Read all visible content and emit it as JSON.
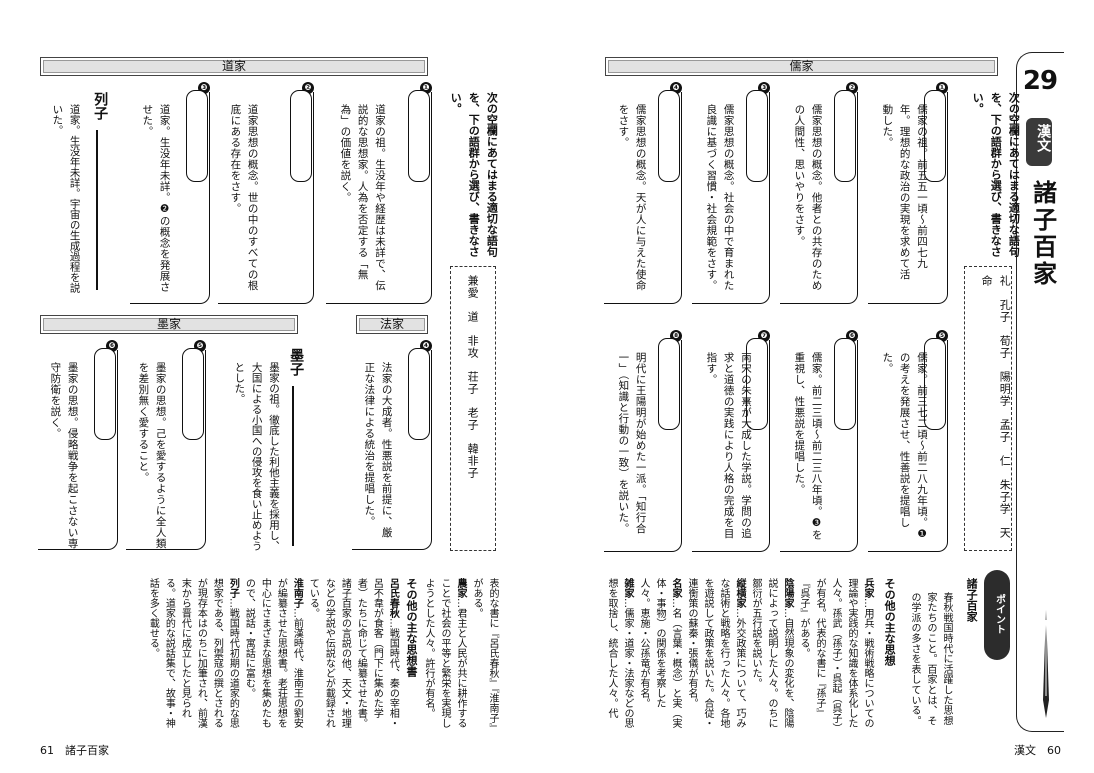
{
  "right_page": {
    "chapter_num": "29",
    "subject_badge": "漢文",
    "title": "諸子百家",
    "instruction": "次の空欄にあてはまる適切な語句を、下の語群から選び、書きなさい。",
    "section": "儒家",
    "questions": [
      {
        "n": "❶",
        "text": "儒家の祖。前五五一頃～前四七九年。理想的な政治の実現を求めて活動した。"
      },
      {
        "n": "❷",
        "text": "儒家思想の概念。他者との共存のための人間性、思いやりをさす。"
      },
      {
        "n": "❸",
        "text": "儒家思想の概念。社会の中で育まれた良識に基づく習慣・社会規範をさす。"
      },
      {
        "n": "❹",
        "text": "儒家思想の概念。天が人に与えた使命をさす。"
      },
      {
        "n": "❺",
        "text": "儒家。前三七二頃～前二八九年頃。❶の考えを発展させ、性善説を提唱した。"
      },
      {
        "n": "❻",
        "text": "儒家。前二三頃～前二三八年頃。❸を重視し、性悪説を提唱した。"
      },
      {
        "n": "❼",
        "text": "南宋の朱熹が大成した学説。学問の追求と道徳の実践により人格の完成を目指す。"
      },
      {
        "n": "❽",
        "text": "明代に王陽明が始めた一派。「知行合一」（知識と行動の一致）を説いた。"
      }
    ],
    "word_bank": [
      "礼　孔子　荀子　陽明学　孟子　仁　朱子学　天命"
    ],
    "point_label": "ポイント",
    "point_title": "諸子百家",
    "point_body": "春秋戦国時代に活躍した思想家たちのこと。百家とは、その学派の多さを表している。",
    "other_title": "その他の主な思想",
    "others": [
      {
        "head": "兵家",
        "body": "…用兵・戦術戦略についての理論や実践的な知識を体系化した人々。孫武（孫子）・呉起（呉子）が有名。代表的な書に『孫子』『呉子』がある。"
      },
      {
        "head": "陰陽家",
        "body": "…自然現象の変化を、陰陽説によって説明した人々。のちに鄒衍が五行説を説いた。"
      },
      {
        "head": "縦横家",
        "body": "…外交政策について、巧みな話術と戦略を行った人々。各地を遊説して政策を説いた。合従・連衡策の蘇秦・張儀が有名。"
      },
      {
        "head": "名家",
        "body": "…名（言葉・概念）と実（実体・事物）の関係を考察した人々。恵施・公孫竜が有名。"
      },
      {
        "head": "雑家",
        "body": "…儒家・道家・法家などの思想を取捨し、統合した人々。代"
      }
    ],
    "footer": "漢文　60"
  },
  "left_page": {
    "instruction": "次の空欄にあてはまる適切な語句を、下の語群から選び、書きなさい。",
    "section_dao": "道家",
    "section_fa": "法家",
    "section_mo": "墨家",
    "questions": [
      {
        "n": "❶",
        "text": "道家の祖。生没年や経歴は未詳で、伝説的な思想家。人為を否定する「無為」の価値を説く。"
      },
      {
        "n": "❷",
        "text": "道家思想の概念。世の中のすべての根底にある存在をさす。"
      },
      {
        "n": "❸",
        "text": "道家。生没年未詳。❷の概念を発展させた。"
      },
      {
        "n": "❹",
        "text": "法家の大成者。性悪説を前提に、厳正な法律による統治を提唱した。"
      },
      {
        "n": "❺",
        "text": "墨家の思想。己を愛するように全人類を差別無く愛すること。"
      },
      {
        "n": "❻",
        "text": "墨家の思想。侵略戦争を起こさない専守防衛を説く。"
      }
    ],
    "lie_head": "列子",
    "lie_text": "道家。生没年未詳。宇宙の生成過程を説いた。",
    "mo_head": "墨子",
    "mo_text": "墨家の祖。徹底した利他主義を採用し、大国による小国への侵攻を食い止めようとした。",
    "word_bank": [
      "兼愛　道　非攻　荘子　老子　韓非子"
    ],
    "cont_text": "表的な書に『呂氏春秋』『淮南子』がある。",
    "nong": {
      "head": "農家",
      "body": "…君主と人民が共に耕作することで社会の平等と繁栄を実現しようとした人々。許行が有名。"
    },
    "other_title": "その他の主な思想書",
    "books": [
      {
        "head": "呂氏春秋",
        "body": "…戦国時代、秦の宰相・呂不韋が食客（門下に集めた学者）たちに命じて編纂させた書。諸子百家の言説の他、天文・地理などの学説や伝説などが載録されている。"
      },
      {
        "head": "淮南子",
        "body": "…前漢時代、淮南王の劉安が編纂させた思想書。老荘思想を中心にさまざまな思想を集めたもので、説話・寓話に富む。"
      },
      {
        "head": "列子",
        "body": "…戦国時代初期の道家的な思想家である、列禦寇の撰とされるが現存本はのちに加筆され、前漢末から晋代に成立したと見られる。道家的な説話集で、故事・神話を多く載せる。"
      }
    ],
    "footer": "61　諸子百家"
  }
}
